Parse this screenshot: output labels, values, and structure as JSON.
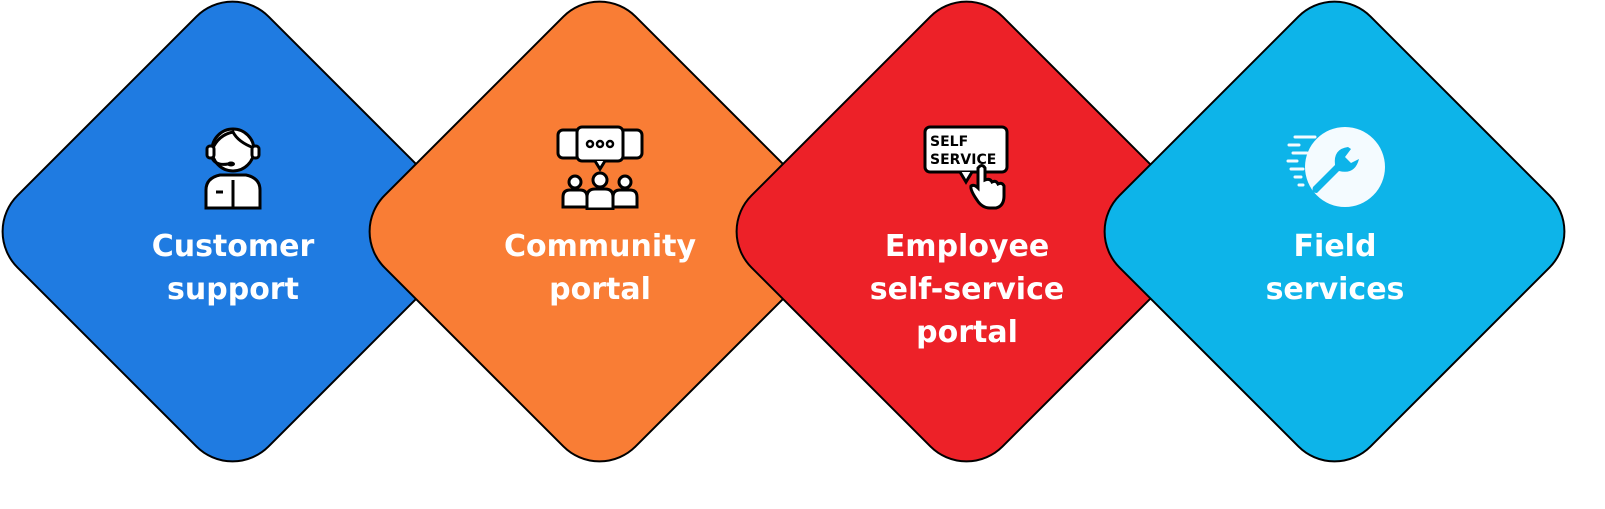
{
  "colors": {
    "customer_support": "#1f7be1",
    "community_portal": "#f97d35",
    "employee_portal": "#ed2128",
    "field_services": "#0db4e9"
  },
  "items": [
    {
      "icon": "customer-support-agent-icon",
      "lines": [
        "Customer",
        "support"
      ]
    },
    {
      "icon": "community-chat-icon",
      "lines": [
        "Community",
        "portal"
      ]
    },
    {
      "icon": "self-service-touch-icon",
      "icon_text": [
        "SELF",
        "SERVICE"
      ],
      "lines": [
        "Employee",
        "self-service",
        "portal"
      ]
    },
    {
      "icon": "wrench-icon",
      "lines": [
        "Field",
        "services"
      ]
    }
  ]
}
